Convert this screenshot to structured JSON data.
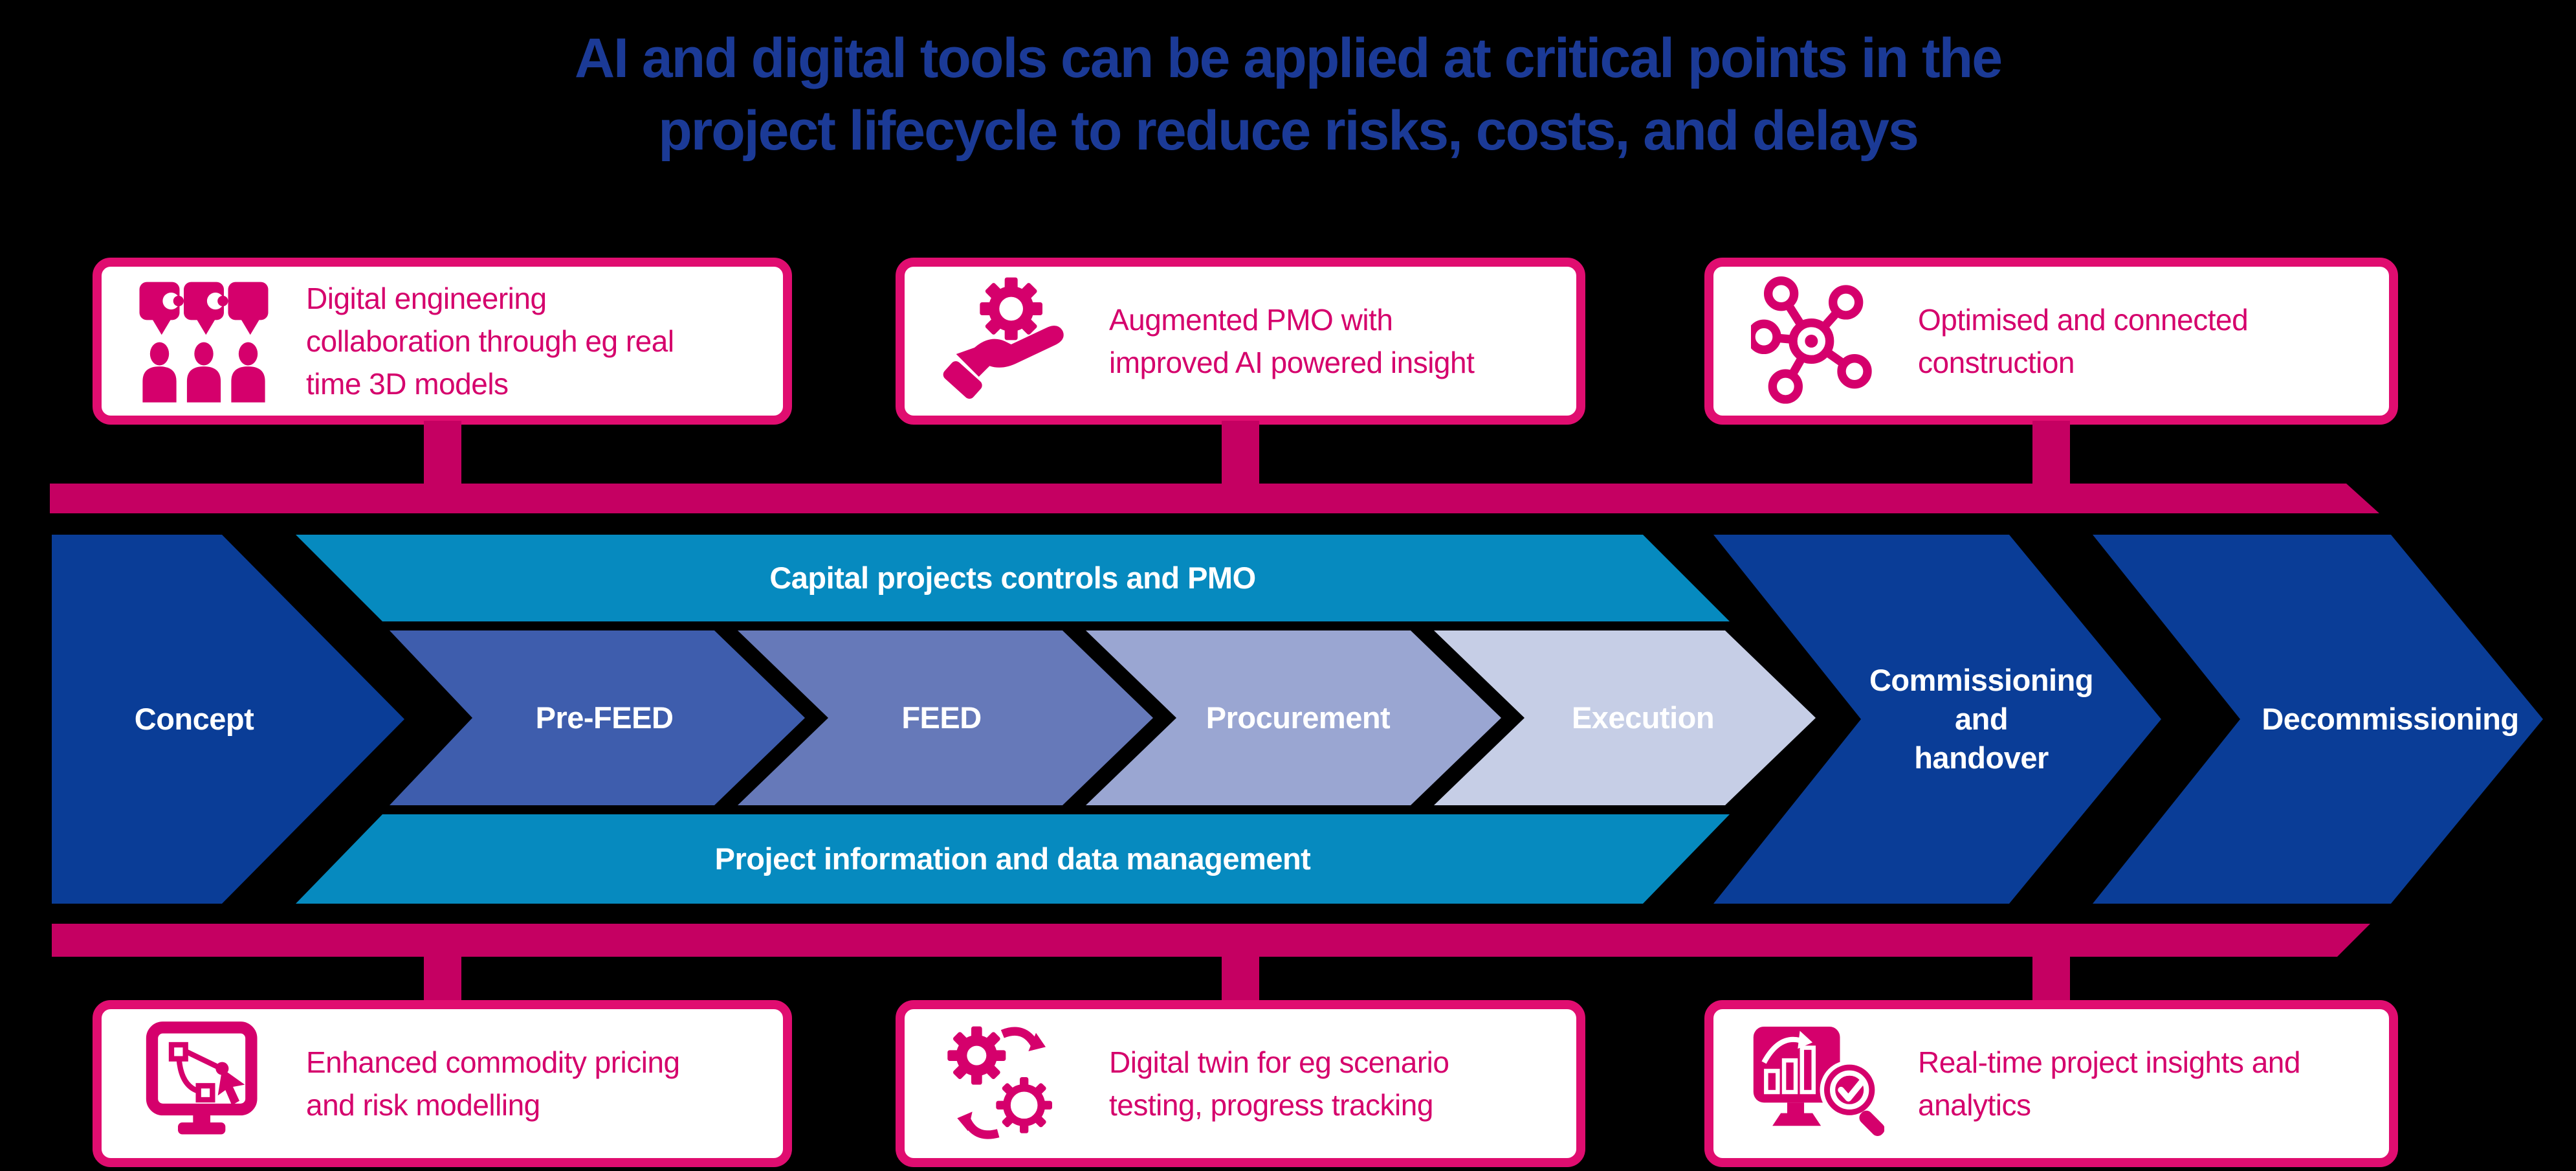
{
  "title": {
    "text": "AI and digital tools can be applied at critical points in the\nproject lifecycle to reduce risks, costs, and delays"
  },
  "top_callouts": [
    {
      "icon": "collaboration-icon",
      "text": "Digital engineering\ncollaboration through eg real\ntime 3D models"
    },
    {
      "icon": "gear-hand-icon",
      "text": "Augmented PMO with\nimproved AI powered insight"
    },
    {
      "icon": "network-icon",
      "text": "Optimised and connected\nconstruction"
    }
  ],
  "bottom_callouts": [
    {
      "icon": "bezier-monitor-icon",
      "text": "Enhanced commodity pricing\nand risk modelling"
    },
    {
      "icon": "gears-sync-icon",
      "text": "Digital twin for eg scenario\ntesting, progress tracking"
    },
    {
      "icon": "analytics-magnifier-icon",
      "text": "Real-time project insights and\nanalytics"
    }
  ],
  "lifecycle": {
    "stages": [
      "Concept",
      "Pre-FEED",
      "FEED",
      "Procurement",
      "Execution",
      "Commissioning\nand\nhandover",
      "Decommissioning"
    ],
    "top_band": "Capital projects controls and PMO",
    "bottom_band": "Project information and data management"
  },
  "colors": {
    "background": "#000000",
    "title_navy": "#1B3A96",
    "magenta_icon_text": "#D5006C",
    "magenta_border": "#E00D70",
    "magenta_rail": "#C50062",
    "chevron_dark_blue": "#0A3D97",
    "teal_band": "#068ABF",
    "stage_blues": [
      "#3E5DAD",
      "#6679B9",
      "#9AA6D2",
      "#C6CEE6"
    ]
  }
}
